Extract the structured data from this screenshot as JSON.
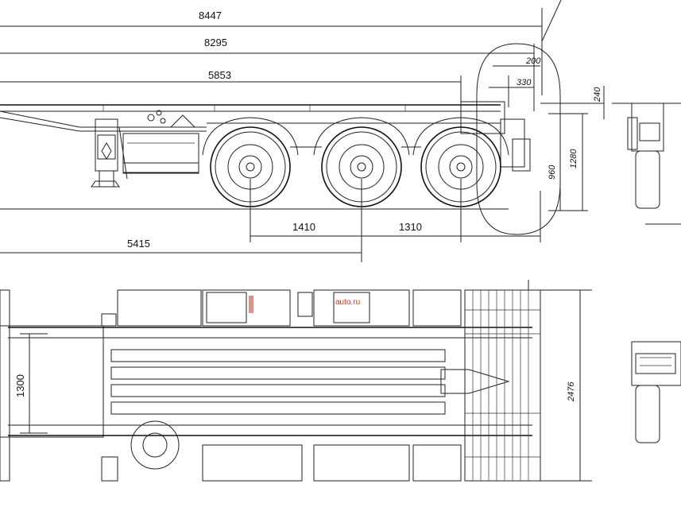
{
  "side_view": {
    "dims": {
      "overall_length": "8447",
      "frame_length": "8295",
      "to_first_axle_end": "5853",
      "coupler_offset": "200",
      "overhang_330": "330",
      "height_240": "240",
      "height_1280": "1280",
      "height_960": "960",
      "axle_spacing_1": "1410",
      "axle_spacing_2": "1310",
      "kingpin_to_axle": "5415"
    }
  },
  "top_view": {
    "dims": {
      "inner_width": "1300",
      "overall_width": "2476"
    },
    "watermark": "auto.ru"
  },
  "colors": {
    "line": "#222222",
    "watermark": "#c0392b",
    "background": "#ffffff"
  }
}
